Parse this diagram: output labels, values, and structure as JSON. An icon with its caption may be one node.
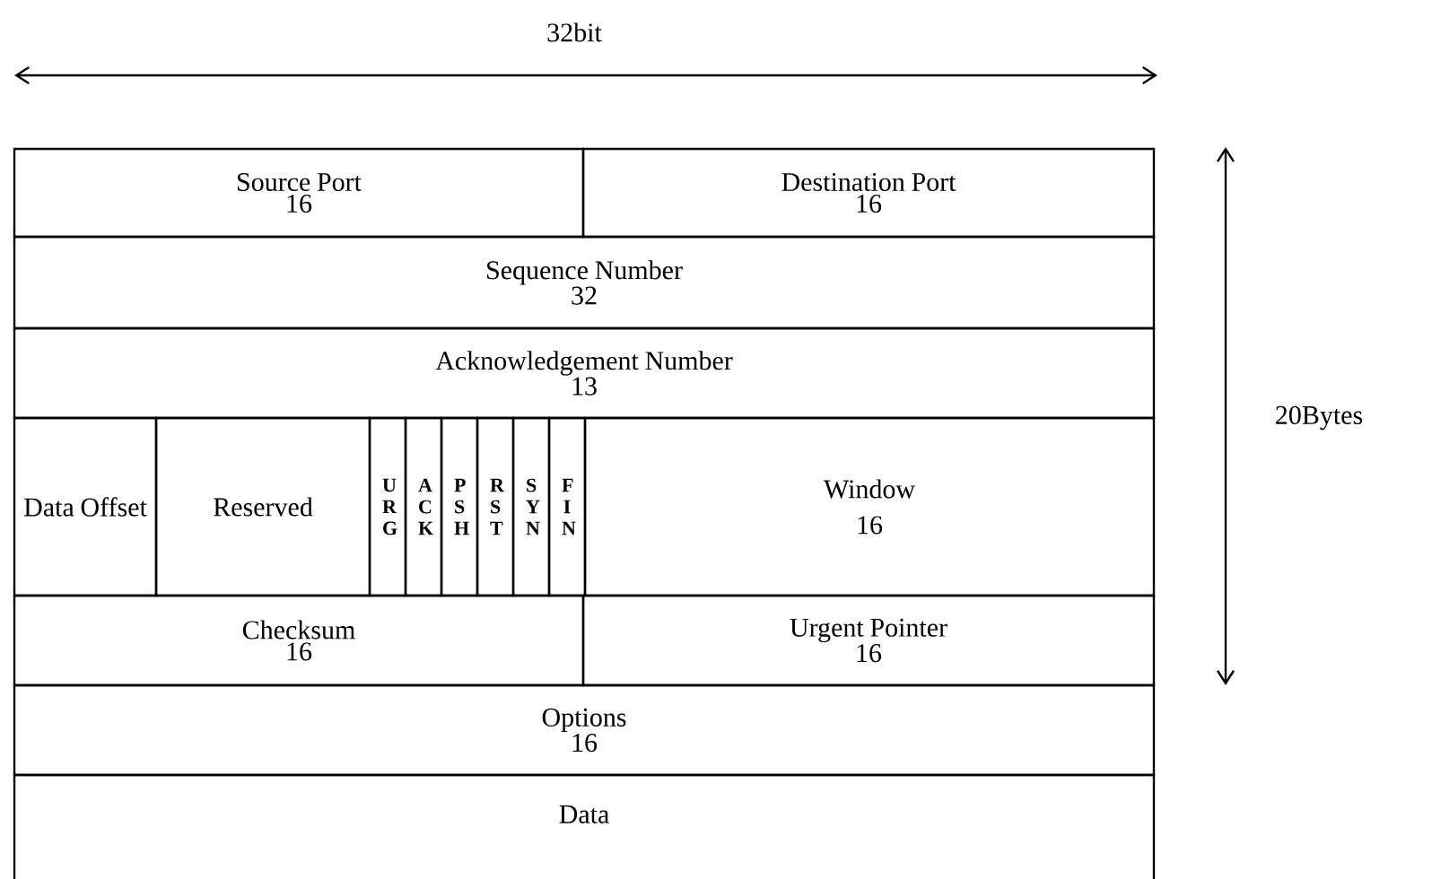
{
  "diagram": {
    "nodes": [
      {
        "text": [
          "Source Port",
          "16"
        ]
      },
      {
        "text": [
          "Destination Port",
          "16"
        ]
      },
      {
        "text": [
          "Sequence Number",
          "32"
        ]
      },
      {
        "text": [
          "Acknowledgement Number",
          "13"
        ]
      },
      {
        "text": [
          "Data Offset"
        ]
      },
      {
        "text": [
          "Reserved"
        ]
      },
      {
        "text": [
          "U R G"
        ]
      },
      {
        "text": [
          "A C K"
        ]
      },
      {
        "text": [
          "P S H"
        ]
      },
      {
        "text": [
          "R S T"
        ]
      },
      {
        "text": [
          "S Y N"
        ]
      },
      {
        "text": [
          "F I N"
        ]
      },
      {
        "text": [
          "Window",
          "16"
        ]
      },
      {
        "text": [
          "Checksum",
          "16"
        ]
      },
      {
        "text": [
          "Urgent Pointer",
          "16"
        ]
      },
      {
        "text": [
          "Options",
          "16"
        ]
      },
      {
        "text": [
          "Data"
        ]
      }
    ],
    "labels": [
      "32bit",
      "20Bytes"
    ]
  }
}
